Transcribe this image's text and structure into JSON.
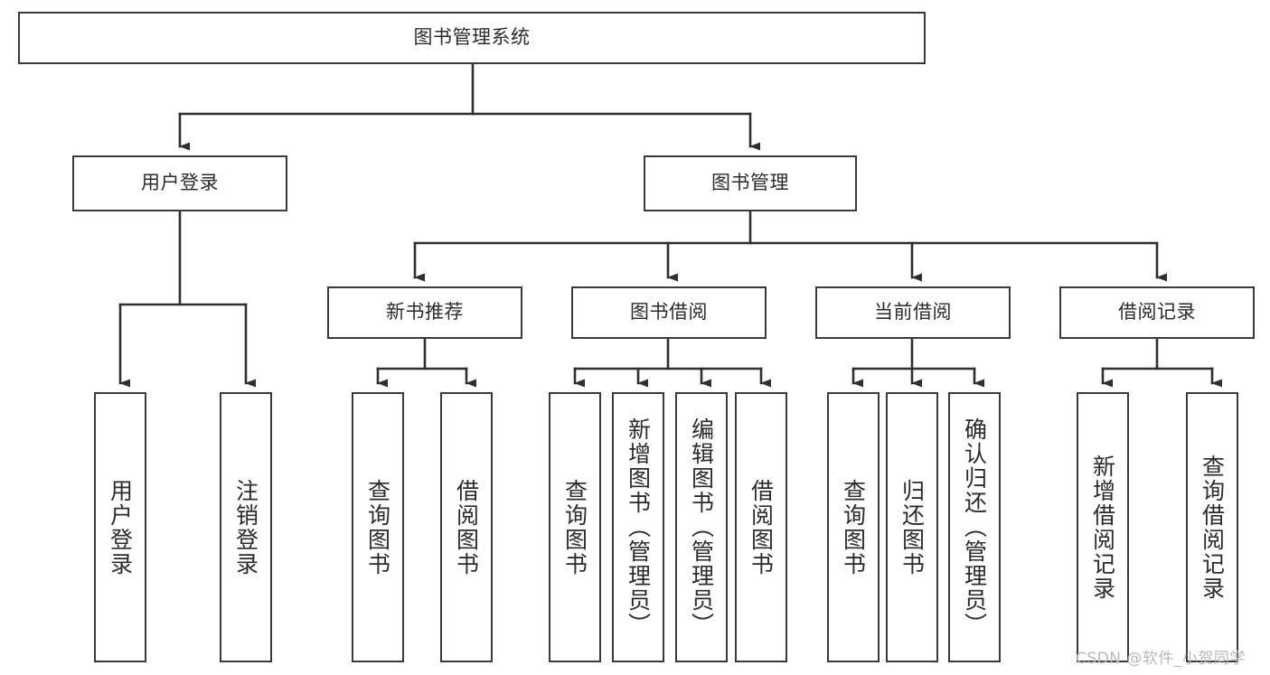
{
  "diagram": {
    "title": "图书管理系统",
    "type": "tree-hierarchy",
    "root": {
      "label": "图书管理系统"
    },
    "level2": [
      {
        "label": "用户登录"
      },
      {
        "label": "图书管理"
      }
    ],
    "level3": [
      {
        "label": "新书推荐"
      },
      {
        "label": "图书借阅"
      },
      {
        "label": "当前借阅"
      },
      {
        "label": "借阅记录"
      }
    ],
    "leaves": {
      "user_login": [
        {
          "label": "用户登录"
        },
        {
          "label": "注销登录"
        }
      ],
      "new_book_recommend": [
        {
          "label": "查询图书"
        },
        {
          "label": "借阅图书"
        }
      ],
      "book_borrow": [
        {
          "label": "查询图书"
        },
        {
          "label": "新增图书（管理员）"
        },
        {
          "label": "编辑图书（管理员）"
        },
        {
          "label": "借阅图书"
        }
      ],
      "current_borrow": [
        {
          "label": "查询图书"
        },
        {
          "label": "归还图书"
        },
        {
          "label": "确认归还（管理员）"
        }
      ],
      "borrow_record": [
        {
          "label": "新增借阅记录"
        },
        {
          "label": "查询借阅记录"
        }
      ]
    }
  },
  "watermark": {
    "text": "CSDN @软件_小贺同学"
  },
  "colors": {
    "stroke": "#3a3a3a",
    "fill": "#ffffff",
    "text": "#2b2b2b",
    "watermark": "#b9b9b9"
  }
}
